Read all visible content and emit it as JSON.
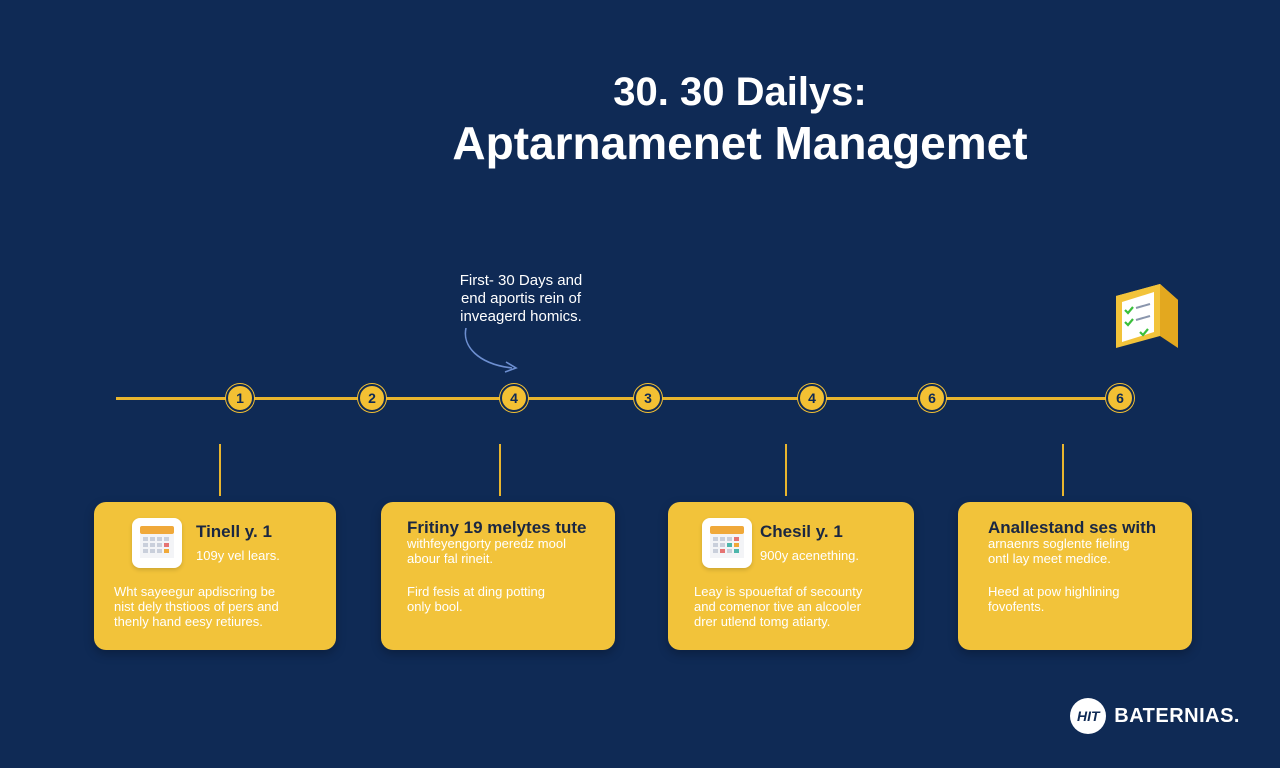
{
  "title": {
    "line1": "30. 30 Dailys:",
    "line2": "Aptarnamenet Managemet"
  },
  "annotation": {
    "line1": "First- 30 Days and",
    "line2": "end aportis rein of",
    "line3": "inveagerd homics."
  },
  "timeline": {
    "markers": [
      "1",
      "2",
      "4",
      "3",
      "4",
      "6",
      "6"
    ]
  },
  "cards": [
    {
      "icon": "calendar-icon",
      "title": "Tinell y. 1",
      "subtitle": "109y vel lears.",
      "body": [
        "Wht sayeegur apdiscring be",
        "nist dely thstioos of pers and",
        "thenly hand eesy retiures."
      ]
    },
    {
      "icon": "",
      "title": "Fritiny 19 melytes tute",
      "subtitle_lines": [
        "withfeyengorty peredz mool",
        "abour fal rineit."
      ],
      "body": [
        "Fird fesis at ding potting",
        "only bool."
      ]
    },
    {
      "icon": "calendar-icon",
      "title": "Chesil y. 1",
      "subtitle": "900y acenething.",
      "body": [
        "Leay is spoueftaf of secounty",
        "and comenor tive an alcooler",
        "drer utlend tomg atiarty."
      ]
    },
    {
      "icon": "",
      "title": "Anallestand ses with",
      "subtitle_lines": [
        "arnaenrs soglente fieling",
        "ontl lay meet medice."
      ],
      "body": [
        "Heed at pow highlining",
        "fovofents."
      ]
    }
  ],
  "brand": {
    "logo_text": "HIT",
    "name": "BATERNIAS."
  },
  "colors": {
    "background": "#0f2a55",
    "accent": "#f2c33a",
    "check": "#3bbf3b"
  }
}
